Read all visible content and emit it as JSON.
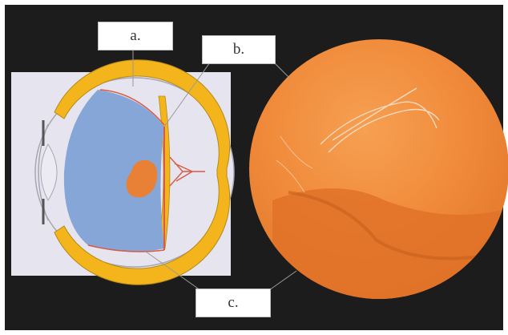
{
  "labels": {
    "a": "a.",
    "b": "b.",
    "c": "c."
  },
  "colors": {
    "background": "#1c1c1c",
    "schematic_bg": "#e6e4ee",
    "retina_detached": "#86a6d8",
    "choroid": "#f3b51b",
    "lesion": "#e88036",
    "fundus": "#f08a3a",
    "leader_lines": "#9a9a9a"
  },
  "icons": {
    "schematic": "eye-cross-section",
    "photo": "fundus-photograph"
  }
}
